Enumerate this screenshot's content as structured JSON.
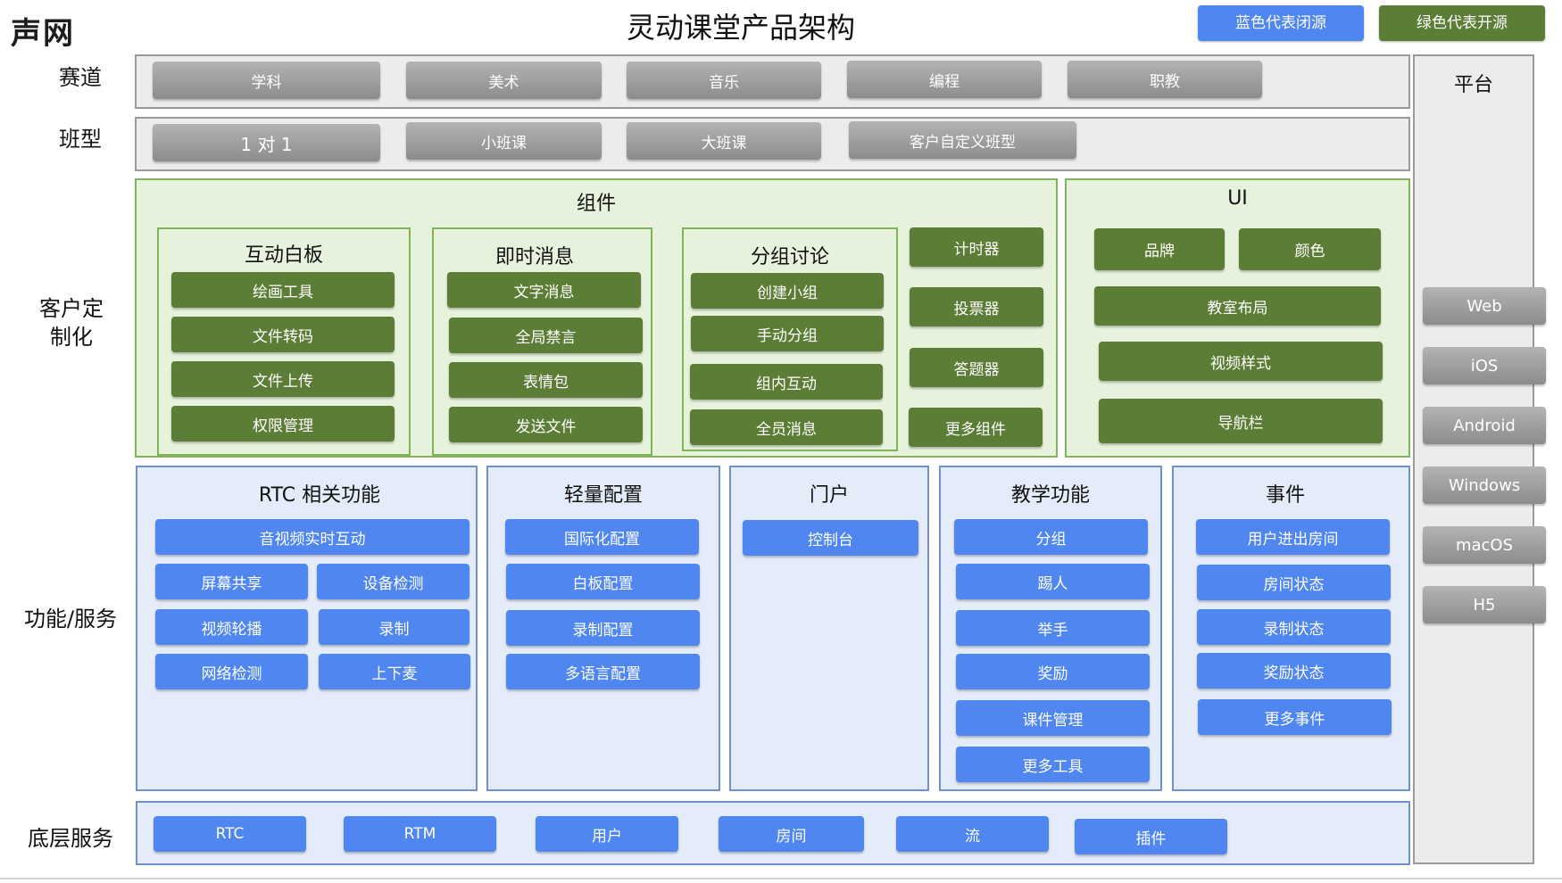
{
  "logo": "声网",
  "title": "灵动课堂产品架构",
  "legend": {
    "blue": "蓝色代表闭源",
    "green": "绿色代表开源"
  },
  "row_labels": {
    "track": "赛道",
    "class_type": "班型",
    "custom": "客户定\n制化",
    "functions": "功能/服务",
    "base": "底层服务"
  },
  "track_items": [
    "学科",
    "美术",
    "音乐",
    "编程",
    "职教"
  ],
  "class_items": [
    "1 对 1",
    "小班课",
    "大班课",
    "客户自定义班型"
  ],
  "components": {
    "title": "组件",
    "whiteboard": {
      "title": "互动白板",
      "items": [
        "绘画工具",
        "文件转码",
        "文件上传",
        "权限管理"
      ]
    },
    "im": {
      "title": "即时消息",
      "items": [
        "文字消息",
        "全局禁言",
        "表情包",
        "发送文件"
      ]
    },
    "group": {
      "title": "分组讨论",
      "items": [
        "创建小组",
        "手动分组",
        "组内互动",
        "全员消息"
      ]
    },
    "misc": [
      "计时器",
      "投票器",
      "答题器",
      "更多组件"
    ]
  },
  "ui": {
    "title": "UI",
    "items": [
      "品牌",
      "颜色",
      "教室布局",
      "视频样式",
      "导航栏"
    ]
  },
  "rtc": {
    "title": "RTC 相关功能",
    "items": [
      "音视频实时互动",
      "屏幕共享",
      "设备检测",
      "视频轮播",
      "录制",
      "网络检测",
      "上下麦"
    ]
  },
  "light_config": {
    "title": "轻量配置",
    "items": [
      "国际化配置",
      "白板配置",
      "录制配置",
      "多语言配置"
    ]
  },
  "portal": {
    "title": "门户",
    "items": [
      "控制台"
    ]
  },
  "teaching": {
    "title": "教学功能",
    "items": [
      "分组",
      "踢人",
      "举手",
      "奖励",
      "课件管理",
      "更多工具"
    ]
  },
  "events": {
    "title": "事件",
    "items": [
      "用户进出房间",
      "房间状态",
      "录制状态",
      "奖励状态",
      "更多事件"
    ]
  },
  "base_items": [
    "RTC",
    "RTM",
    "用户",
    "房间",
    "流",
    "插件"
  ],
  "platform": {
    "title": "平台",
    "items": [
      "Web",
      "iOS",
      "Android",
      "Windows",
      "macOS",
      "H5"
    ]
  },
  "colors": {
    "closed_source": "#4f86f0",
    "open_source": "#5c7d35",
    "scenario": "#9e9e9e"
  }
}
